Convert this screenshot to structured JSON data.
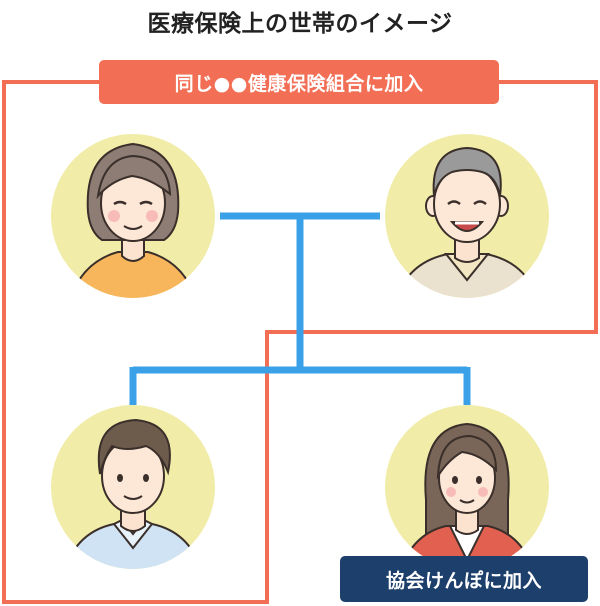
{
  "title": "医療保険上の世帯のイメージ",
  "labels": {
    "group_plan": "同じ●●健康保険組合に加入",
    "kyokai_kenpo": "協会けんぽに加入"
  },
  "colors": {
    "orange_frame": "#f26f55",
    "navy_label": "#1d3f6b",
    "connector_blue": "#3aa0e8",
    "avatar_circle": "#f1eca8"
  },
  "people": [
    {
      "id": "mother",
      "icon": "woman-middle-aged-icon"
    },
    {
      "id": "father",
      "icon": "man-elderly-icon"
    },
    {
      "id": "son",
      "icon": "young-man-icon"
    },
    {
      "id": "daughter",
      "icon": "young-woman-icon"
    }
  ]
}
